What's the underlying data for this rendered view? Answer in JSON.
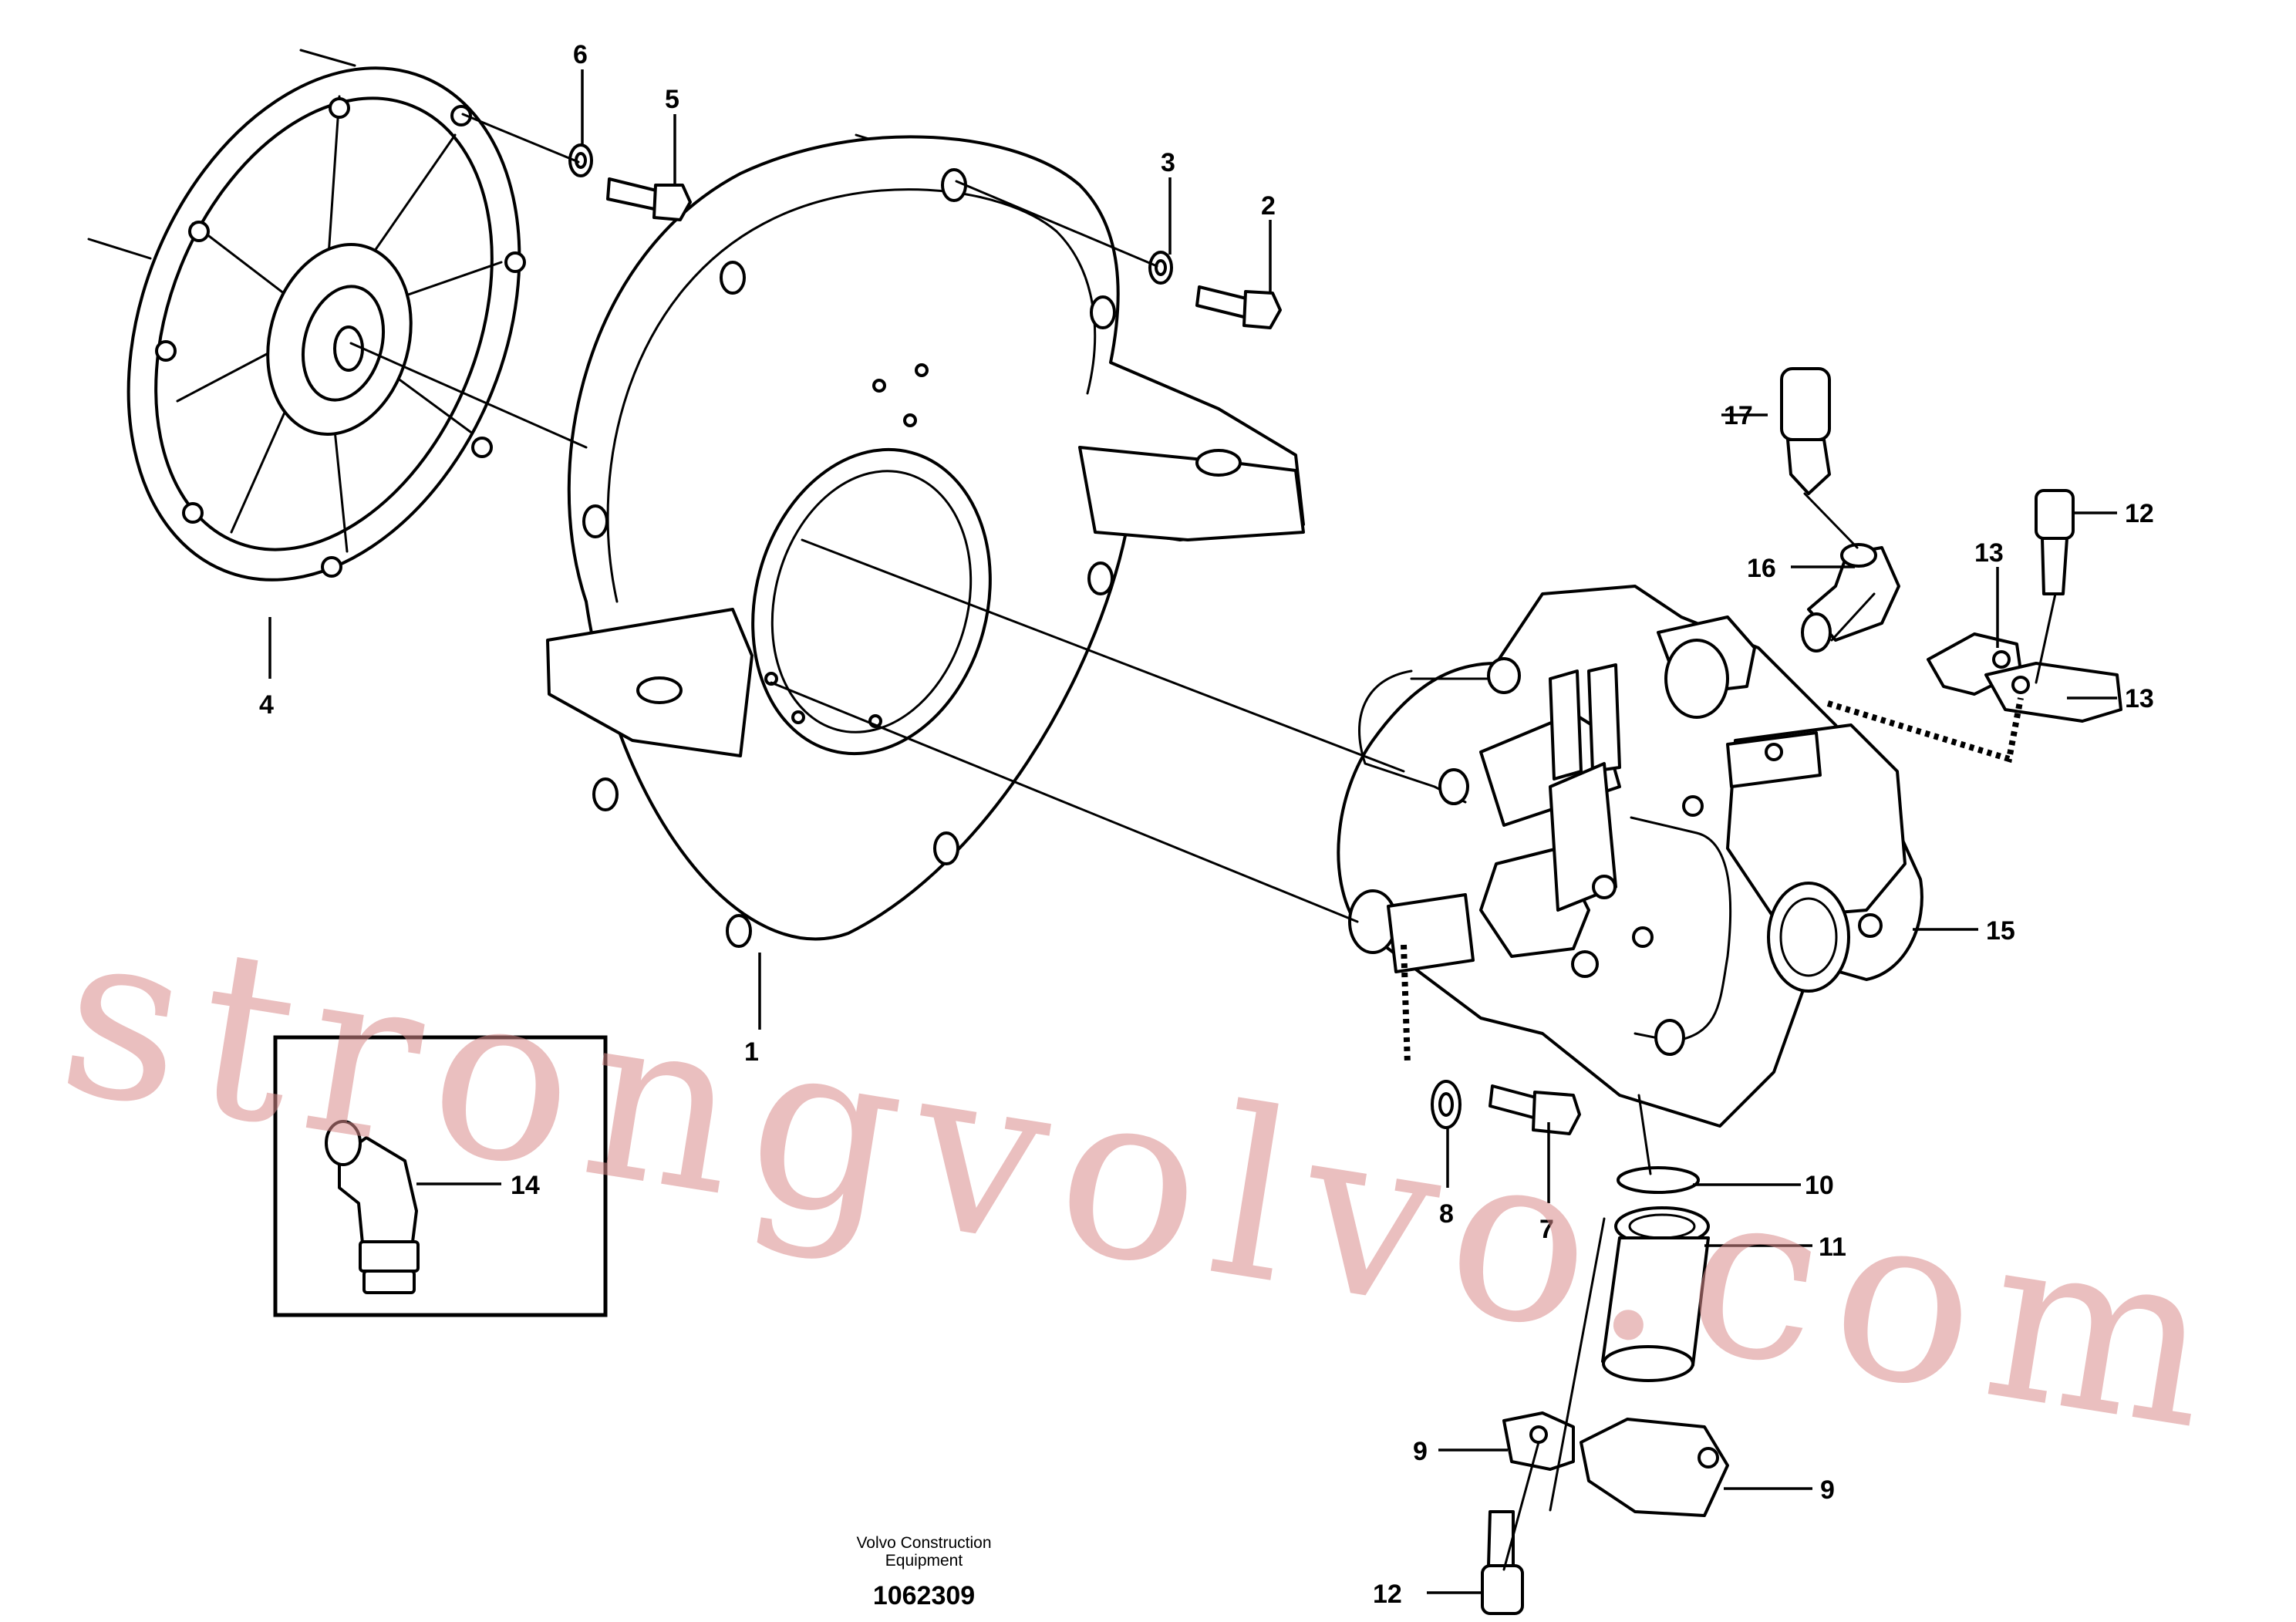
{
  "callouts": {
    "c1": "1",
    "c2": "2",
    "c3": "3",
    "c4": "4",
    "c5": "5",
    "c6": "6",
    "c7": "7",
    "c8": "8",
    "c9a": "9",
    "c9b": "9",
    "c10": "10",
    "c11": "11",
    "c12a": "12",
    "c12b": "12",
    "c13a": "13",
    "c13b": "13",
    "c14": "14",
    "c15": "15",
    "c16": "16",
    "c17": "17"
  },
  "footer": {
    "line1": "Volvo Construction",
    "line2": "Equipment",
    "number": "1062309"
  },
  "watermark": "strongvolvo.com",
  "colors": {
    "ink": "#000000",
    "watermark": "#d88a8a",
    "background": "#ffffff"
  }
}
